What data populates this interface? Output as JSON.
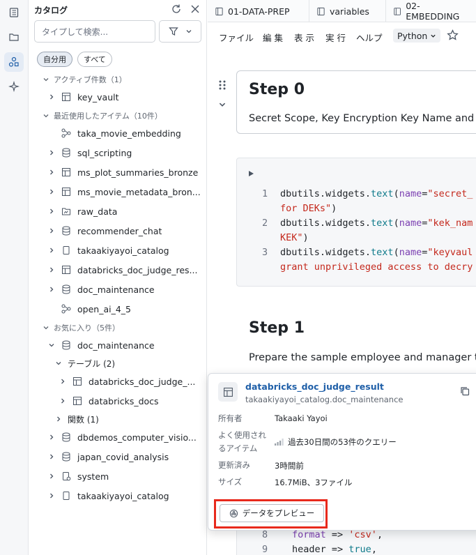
{
  "catalog": {
    "title": "カタログ",
    "search_placeholder": "タイプして検索...",
    "pills": [
      "自分用",
      "すべて"
    ],
    "sections": {
      "active": "アクティブ件数（1）",
      "recent": "最近使用したアイテム（10件）",
      "favorites": "お気に入り（5件）"
    },
    "active_items": [
      "key_vault"
    ],
    "recent_items": [
      "taka_movie_embedding",
      "sql_scripting",
      "ms_plot_summaries_bronze",
      "ms_movie_metadata_bron...",
      "raw_data",
      "recommender_chat",
      "takaakiyayoi_catalog",
      "databricks_doc_judge_res...",
      "doc_maintenance",
      "open_ai_4_5"
    ],
    "favorites": {
      "schema": "doc_maintenance",
      "tables_group": "テーブル (2)",
      "tables": [
        "databricks_doc_judge_...",
        "databricks_docs"
      ],
      "functions_group": "関数 (1)",
      "others": [
        "dbdemos_computer_visio...",
        "japan_covid_analysis",
        "system",
        "takaakiyayoi_catalog"
      ]
    }
  },
  "tabs": [
    "01-DATA-PREP",
    "variables",
    "02-EMBEDDING"
  ],
  "menu": [
    "ファイル",
    "編 集",
    "表 示",
    "実 行",
    "ヘルプ"
  ],
  "language": "Python",
  "cells": {
    "step0_title": "Step 0",
    "step0_text": "Secret Scope, Key Encryption Key Name and",
    "code_lines": [
      {
        "n": "1",
        "a": "dbutils.widgets.",
        "b": "text",
        "c": "(",
        "d": "name",
        "e": "=",
        "f": "\"secret_",
        "g": ""
      },
      {
        "n": "",
        "a": "",
        "b": "",
        "c": "",
        "d": "",
        "e": "",
        "f": "for DEKs\"",
        "g": ")"
      },
      {
        "n": "2",
        "a": "dbutils.widgets.",
        "b": "text",
        "c": "(",
        "d": "name",
        "e": "=",
        "f": "\"kek_nam",
        "g": ""
      },
      {
        "n": "",
        "a": "",
        "b": "",
        "c": "",
        "d": "",
        "e": "",
        "f": "KEK\"",
        "g": ")"
      },
      {
        "n": "3",
        "a": "dbutils.widgets.",
        "b": "text",
        "c": "(",
        "d": "name",
        "e": "=",
        "f": "\"keyvaul",
        "g": ""
      },
      {
        "n": "",
        "a": "",
        "b": "",
        "c": "",
        "d": "",
        "e": "",
        "f": "grant unprivileged access to decry",
        "g": ""
      }
    ],
    "step1_title": "Step 1",
    "step1_text": "Prepare the sample employee and manager ta",
    "code2": [
      {
        "n": "8",
        "a": "format",
        "b": " => ",
        "c": "'csv'",
        "d": ","
      },
      {
        "n": "9",
        "a": "header",
        "b": " => ",
        "c": "true",
        "d": ","
      }
    ]
  },
  "popover": {
    "title": "databricks_doc_judge_result",
    "subtitle": "takaakiyayoi_catalog.doc_maintenance",
    "owner_label": "所有者",
    "owner": "Takaaki Yayoi",
    "used_label": "よく使用され\nるアイテム",
    "used": "過去30日間の53件のクエリー",
    "updated_label": "更新済み",
    "updated": "3時間前",
    "size_label": "サイズ",
    "size": "16.7MiB、3ファイル",
    "preview_button": "データをプレビュー"
  }
}
